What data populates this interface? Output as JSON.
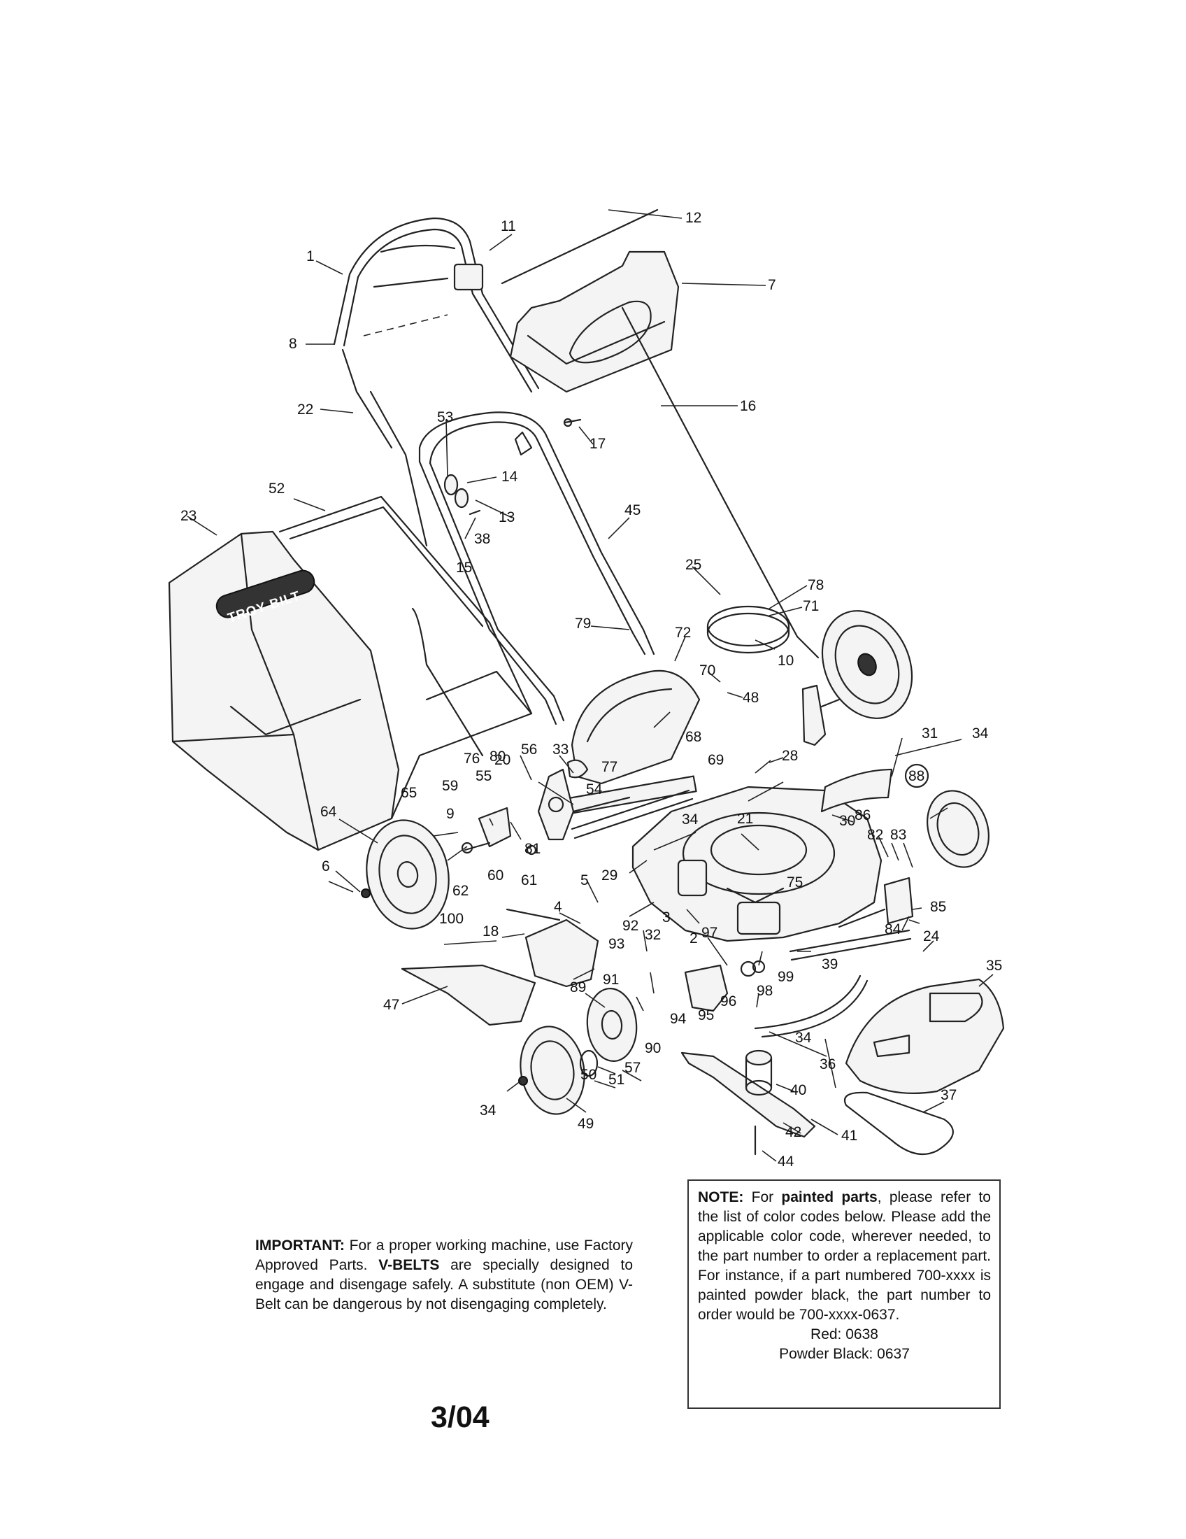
{
  "diagram": {
    "brand_logo_text": "TROY-BILT",
    "callouts": [
      {
        "id": "c1",
        "text": "1"
      },
      {
        "id": "c2",
        "text": "2"
      },
      {
        "id": "c3",
        "text": "3"
      },
      {
        "id": "c4",
        "text": "4"
      },
      {
        "id": "c5",
        "text": "5"
      },
      {
        "id": "c6",
        "text": "6"
      },
      {
        "id": "c7",
        "text": "7"
      },
      {
        "id": "c8",
        "text": "8"
      },
      {
        "id": "c9",
        "text": "9"
      },
      {
        "id": "c10",
        "text": "10"
      },
      {
        "id": "c11",
        "text": "11"
      },
      {
        "id": "c12",
        "text": "12"
      },
      {
        "id": "c13",
        "text": "13"
      },
      {
        "id": "c14",
        "text": "14"
      },
      {
        "id": "c15",
        "text": "15"
      },
      {
        "id": "c16",
        "text": "16"
      },
      {
        "id": "c17",
        "text": "17"
      },
      {
        "id": "c18",
        "text": "18"
      },
      {
        "id": "c20",
        "text": "20"
      },
      {
        "id": "c21",
        "text": "21"
      },
      {
        "id": "c22",
        "text": "22"
      },
      {
        "id": "c23",
        "text": "23"
      },
      {
        "id": "c24",
        "text": "24"
      },
      {
        "id": "c25",
        "text": "25"
      },
      {
        "id": "c28",
        "text": "28"
      },
      {
        "id": "c29",
        "text": "29"
      },
      {
        "id": "c30",
        "text": "30"
      },
      {
        "id": "c31",
        "text": "31"
      },
      {
        "id": "c32",
        "text": "32"
      },
      {
        "id": "c33",
        "text": "33"
      },
      {
        "id": "c34a",
        "text": "34"
      },
      {
        "id": "c34b",
        "text": "34"
      },
      {
        "id": "c34c",
        "text": "34"
      },
      {
        "id": "c34d",
        "text": "34"
      },
      {
        "id": "c35",
        "text": "35"
      },
      {
        "id": "c36",
        "text": "36"
      },
      {
        "id": "c37",
        "text": "37"
      },
      {
        "id": "c38",
        "text": "38"
      },
      {
        "id": "c39",
        "text": "39"
      },
      {
        "id": "c40",
        "text": "40"
      },
      {
        "id": "c41",
        "text": "41"
      },
      {
        "id": "c42",
        "text": "42"
      },
      {
        "id": "c44",
        "text": "44"
      },
      {
        "id": "c45",
        "text": "45"
      },
      {
        "id": "c47",
        "text": "47"
      },
      {
        "id": "c48",
        "text": "48"
      },
      {
        "id": "c49",
        "text": "49"
      },
      {
        "id": "c50",
        "text": "50"
      },
      {
        "id": "c51",
        "text": "51"
      },
      {
        "id": "c52",
        "text": "52"
      },
      {
        "id": "c53",
        "text": "53"
      },
      {
        "id": "c54",
        "text": "54"
      },
      {
        "id": "c55",
        "text": "55"
      },
      {
        "id": "c56",
        "text": "56"
      },
      {
        "id": "c57",
        "text": "57"
      },
      {
        "id": "c59",
        "text": "59"
      },
      {
        "id": "c60",
        "text": "60"
      },
      {
        "id": "c61",
        "text": "61"
      },
      {
        "id": "c62",
        "text": "62"
      },
      {
        "id": "c64",
        "text": "64"
      },
      {
        "id": "c65",
        "text": "65"
      },
      {
        "id": "c68",
        "text": "68"
      },
      {
        "id": "c69",
        "text": "69"
      },
      {
        "id": "c70",
        "text": "70"
      },
      {
        "id": "c71",
        "text": "71"
      },
      {
        "id": "c72",
        "text": "72"
      },
      {
        "id": "c75",
        "text": "75"
      },
      {
        "id": "c76",
        "text": "76"
      },
      {
        "id": "c77",
        "text": "77"
      },
      {
        "id": "c78",
        "text": "78"
      },
      {
        "id": "c79",
        "text": "79"
      },
      {
        "id": "c80",
        "text": "80"
      },
      {
        "id": "c81",
        "text": "81"
      },
      {
        "id": "c82",
        "text": "82"
      },
      {
        "id": "c83",
        "text": "83"
      },
      {
        "id": "c84",
        "text": "84"
      },
      {
        "id": "c85",
        "text": "85"
      },
      {
        "id": "c86",
        "text": "86"
      },
      {
        "id": "c88",
        "text": "88"
      },
      {
        "id": "c89",
        "text": "89"
      },
      {
        "id": "c90",
        "text": "90"
      },
      {
        "id": "c91",
        "text": "91"
      },
      {
        "id": "c92",
        "text": "92"
      },
      {
        "id": "c93",
        "text": "93"
      },
      {
        "id": "c94",
        "text": "94"
      },
      {
        "id": "c95",
        "text": "95"
      },
      {
        "id": "c96",
        "text": "96"
      },
      {
        "id": "c97",
        "text": "97"
      },
      {
        "id": "c98",
        "text": "98"
      },
      {
        "id": "c99",
        "text": "99"
      },
      {
        "id": "c100",
        "text": "100"
      }
    ]
  },
  "important": {
    "label": "IMPORTANT:",
    "text_1": " For a proper working machine, use Factory Approved Parts. ",
    "belts": "V-BELTS",
    "text_2": " are specially designed to engage and disengage safely.  A substitute (non OEM) V-Belt can be dangerous by not disengaging completely."
  },
  "note": {
    "label": "NOTE:",
    "text_1": " For ",
    "painted": "painted parts",
    "text_2": ", please refer to the list of color codes below.  Please add the applicable color code, wherever needed, to the part number to order a replacement part.  For instance, if a part numbered 700-xxxx is painted powder black, the part number to order would be 700-xxxx-0637.",
    "red": "Red: 0638",
    "powder_black": "Powder Black: 0637"
  },
  "footer": {
    "date_code": "3/04"
  }
}
